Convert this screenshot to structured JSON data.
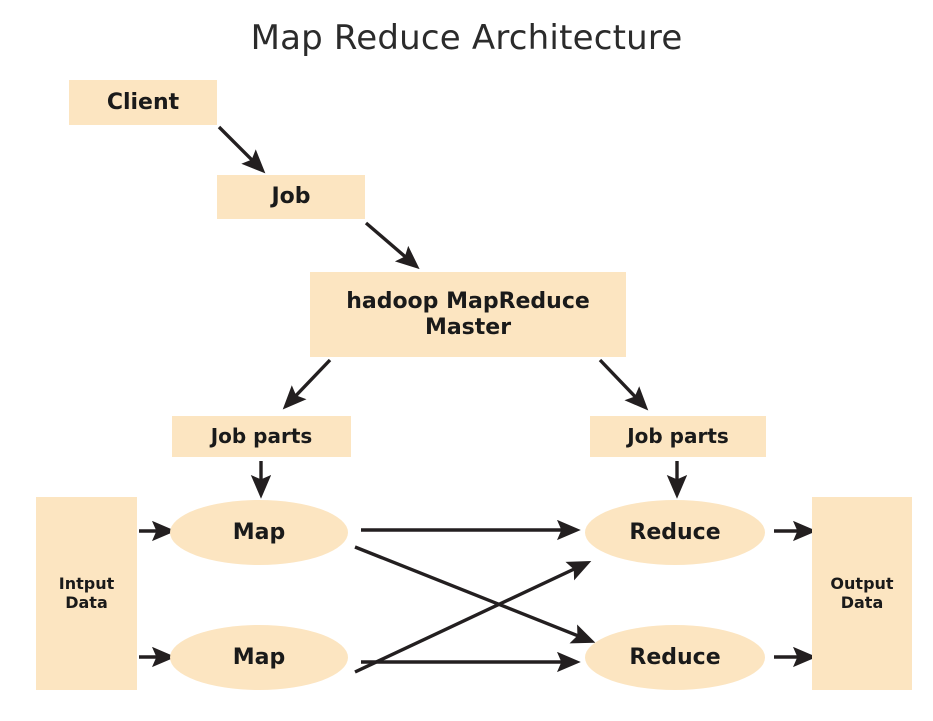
{
  "page": {
    "title": "Map Reduce Architecture",
    "background_color": "#ffffff",
    "node_fill_color": "#fce5c1",
    "text_color": "#1a1a1a",
    "title_color": "#2b2b2b",
    "arrow_color": "#231f20"
  },
  "nodes": {
    "client": {
      "label": "Client",
      "shape": "rect"
    },
    "job": {
      "label": "Job",
      "shape": "rect"
    },
    "master": {
      "label": "hadoop MapReduce\nMaster",
      "shape": "rect"
    },
    "job_parts_left": {
      "label": "Job parts",
      "shape": "rect"
    },
    "job_parts_right": {
      "label": "Job parts",
      "shape": "rect"
    },
    "input_data": {
      "label": "Intput\nData",
      "shape": "rect"
    },
    "output_data": {
      "label": "Output\nData",
      "shape": "rect"
    },
    "map_1": {
      "label": "Map",
      "shape": "ellipse"
    },
    "map_2": {
      "label": "Map",
      "shape": "ellipse"
    },
    "reduce_1": {
      "label": "Reduce",
      "shape": "ellipse"
    },
    "reduce_2": {
      "label": "Reduce",
      "shape": "ellipse"
    }
  },
  "edges": [
    {
      "name": "client-to-job",
      "from": "client",
      "to": "job"
    },
    {
      "name": "job-to-master",
      "from": "job",
      "to": "master"
    },
    {
      "name": "master-to-job-parts-left",
      "from": "master",
      "to": "job_parts_left"
    },
    {
      "name": "master-to-job-parts-right",
      "from": "master",
      "to": "job_parts_right"
    },
    {
      "name": "job-parts-left-to-map-1",
      "from": "job_parts_left",
      "to": "map_1"
    },
    {
      "name": "job-parts-right-to-reduce-1",
      "from": "job_parts_right",
      "to": "reduce_1"
    },
    {
      "name": "input-to-map-1",
      "from": "input_data",
      "to": "map_1"
    },
    {
      "name": "input-to-map-2",
      "from": "input_data",
      "to": "map_2"
    },
    {
      "name": "map-1-to-reduce-1",
      "from": "map_1",
      "to": "reduce_1"
    },
    {
      "name": "map-1-to-reduce-2",
      "from": "map_1",
      "to": "reduce_2"
    },
    {
      "name": "map-2-to-reduce-1",
      "from": "map_2",
      "to": "reduce_1"
    },
    {
      "name": "map-2-to-reduce-2",
      "from": "map_2",
      "to": "reduce_2"
    },
    {
      "name": "reduce-1-to-output",
      "from": "reduce_1",
      "to": "output_data"
    },
    {
      "name": "reduce-2-to-output",
      "from": "reduce_2",
      "to": "output_data"
    }
  ]
}
